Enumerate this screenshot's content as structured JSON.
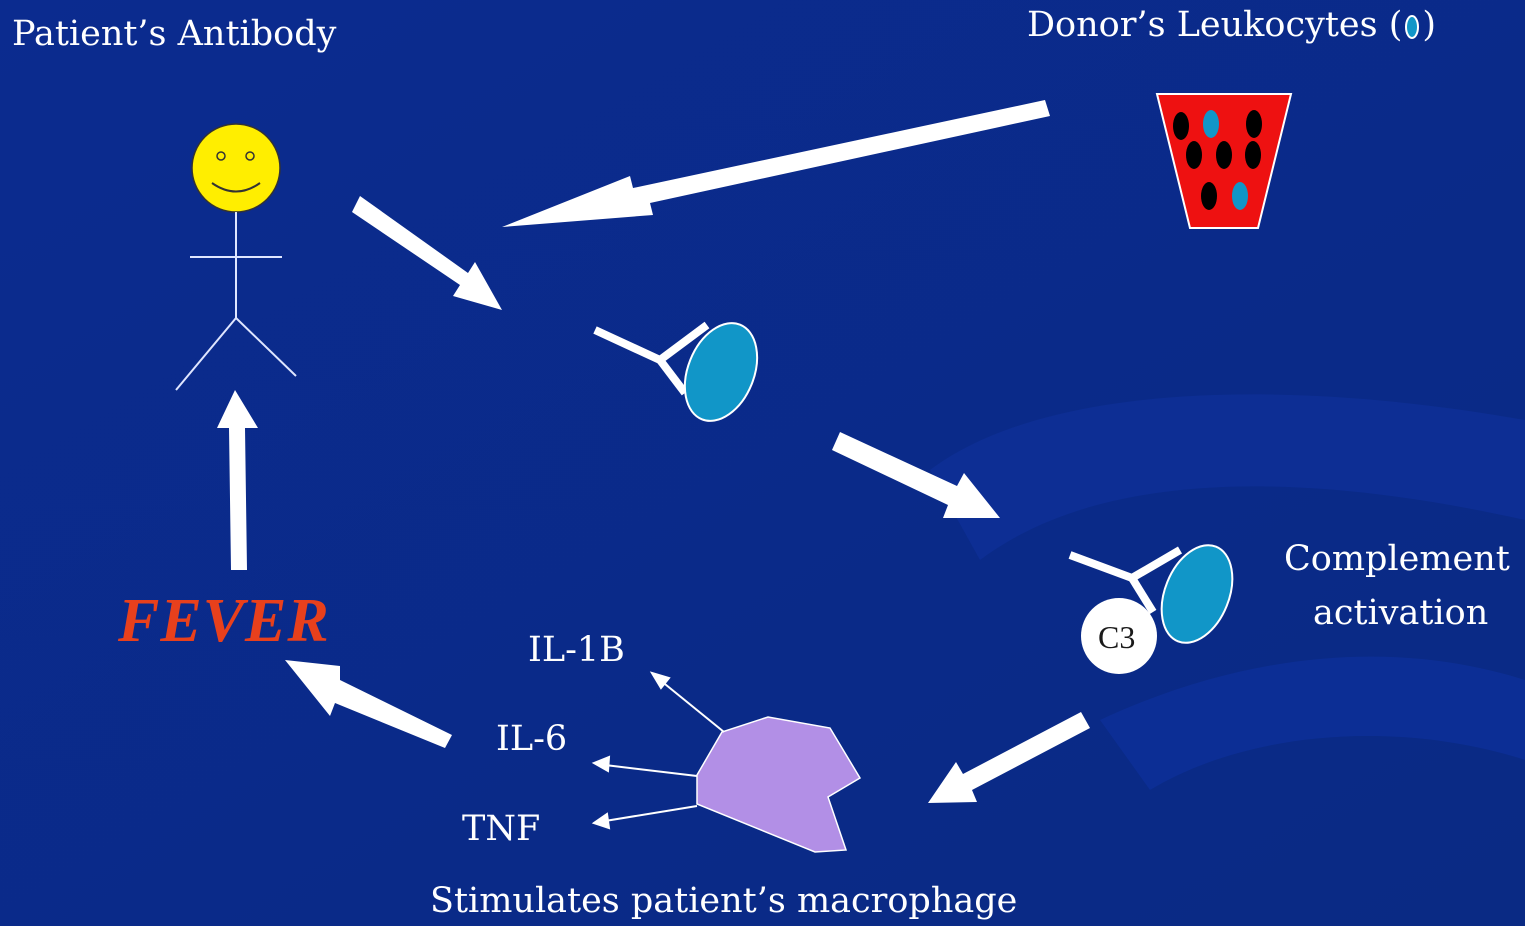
{
  "colors": {
    "background": "#0a2a8c",
    "arrow": "#ffffff",
    "fever": "#e8401c",
    "leukocyte": "#1196c8",
    "container": "#ee1111",
    "macrophage": "#b28fe6",
    "face": "#ffee00"
  },
  "labels": {
    "patient_antibody": "Patient’s Antibody",
    "donor_leukocytes": "Donor’s Leukocytes (",
    "donor_leukocytes_close": ")",
    "complement_line1": "Complement",
    "complement_line2": "activation",
    "c3": "C3",
    "fever": "FEVER",
    "il1b": "IL-1B",
    "il6": "IL-6",
    "tnf": "TNF",
    "macrophage": "Stimulates patient’s macrophage"
  },
  "icons": [
    "stick-figure-icon",
    "smiley-face-icon",
    "blood-bag-icon",
    "antibody-icon",
    "leukocyte-icon",
    "macrophage-icon",
    "c3-icon"
  ]
}
